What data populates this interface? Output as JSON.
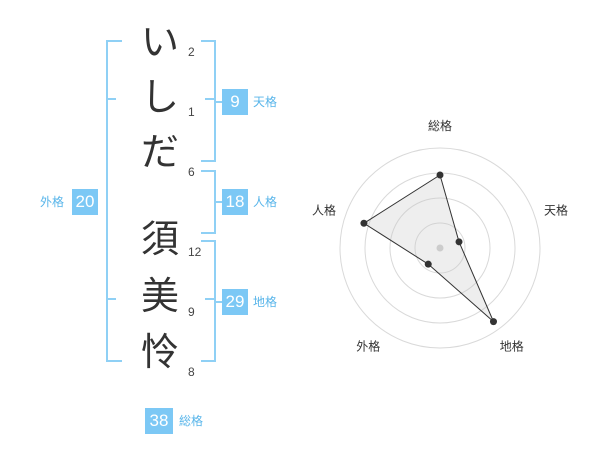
{
  "name": {
    "chars": [
      {
        "char": "い",
        "strokes": "2"
      },
      {
        "char": "し",
        "strokes": "1"
      },
      {
        "char": "だ",
        "strokes": "6"
      },
      {
        "char": "須",
        "strokes": "12"
      },
      {
        "char": "美",
        "strokes": "9"
      },
      {
        "char": "怜",
        "strokes": "8"
      }
    ]
  },
  "scores": {
    "tenkaku": {
      "label": "天格",
      "value": "9"
    },
    "jinkaku": {
      "label": "人格",
      "value": "18"
    },
    "chikaku": {
      "label": "地格",
      "value": "29"
    },
    "gaikaku": {
      "label": "外格",
      "value": "20"
    },
    "soukaku": {
      "label": "総格",
      "value": "38"
    }
  },
  "radar": {
    "axes": [
      "総格",
      "天格",
      "地格",
      "外格",
      "人格"
    ],
    "levels": [
      0.73,
      0.2,
      0.91,
      0.2,
      0.8
    ],
    "accent": "#7cc8f5"
  }
}
